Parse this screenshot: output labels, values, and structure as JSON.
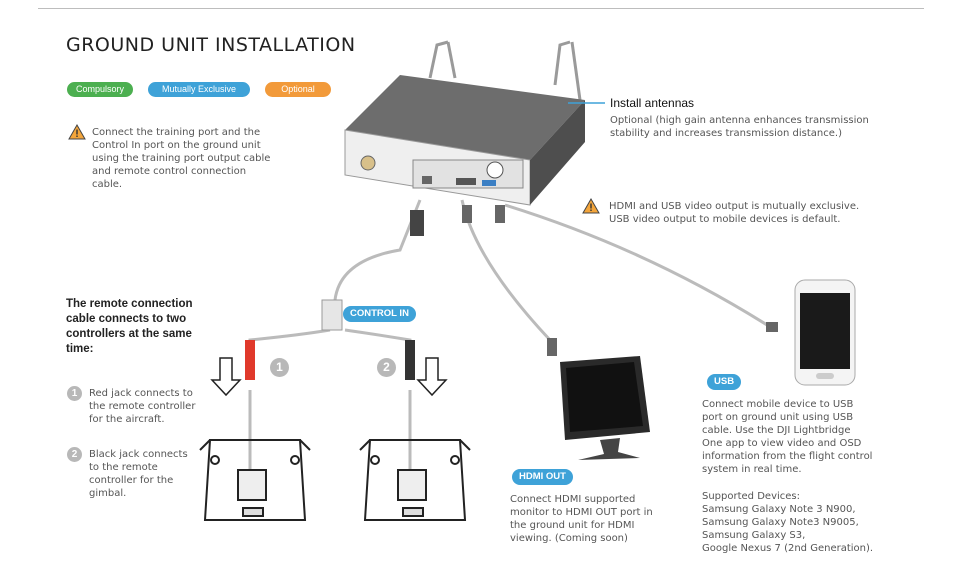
{
  "title": "GROUND UNIT INSTALLATION",
  "legend": {
    "compulsory": "Compulsory",
    "mutually_exclusive": "Mutually Exclusive",
    "optional": "Optional",
    "colors": {
      "compulsory": "#4caf50",
      "mutually_exclusive": "#3ea2d8",
      "optional": "#f29a3a"
    }
  },
  "training_note": [
    "Connect the training port and the",
    "Control In port on the ground unit",
    "using the training port output cable",
    "and remote control connection",
    "cable."
  ],
  "antennas": {
    "heading": "Install antennas",
    "lines": [
      "Optional (high gain antenna enhances transmission",
      "stability and increases transmission distance.)"
    ]
  },
  "exclusive_note": [
    "HDMI and USB video output is mutually exclusive.",
    "USB video output to mobile devices is default."
  ],
  "remote_cable": [
    "The remote connection",
    "cable connects to two",
    "controllers at the same",
    "time:"
  ],
  "step1": {
    "num": "1",
    "lines": [
      "Red jack connects to",
      "the remote controller",
      "for the aircraft."
    ]
  },
  "step2": {
    "num": "2",
    "lines": [
      "Black jack connects",
      "to the remote",
      "controller for the",
      "gimbal."
    ]
  },
  "control_in": "CONTROL IN",
  "usb": {
    "label": "USB",
    "lines": [
      "Connect mobile device to USB",
      "port on ground unit using USB",
      "cable. Use the DJI Lightbridge",
      "One app to view video and OSD",
      "information from the flight control",
      "system in real time."
    ],
    "supported_heading": "Supported Devices:",
    "devices": [
      "Samsung Galaxy Note 3 N900,",
      "Samsung Galaxy Note3 N9005,",
      "Samsung Galaxy S3,",
      "Google Nexus 7 (2nd Generation)."
    ]
  },
  "hdmi": {
    "label": "HDMI OUT",
    "lines": [
      "Connect HDMI supported",
      "monitor to HDMI OUT port in",
      "the ground unit for HDMI",
      "viewing. (Coming soon)"
    ]
  },
  "icons": [
    "warning-icon",
    "ground-unit-illustration",
    "monitor-illustration",
    "phone-illustration",
    "remote-controller-illustration",
    "down-arrow-icon"
  ]
}
